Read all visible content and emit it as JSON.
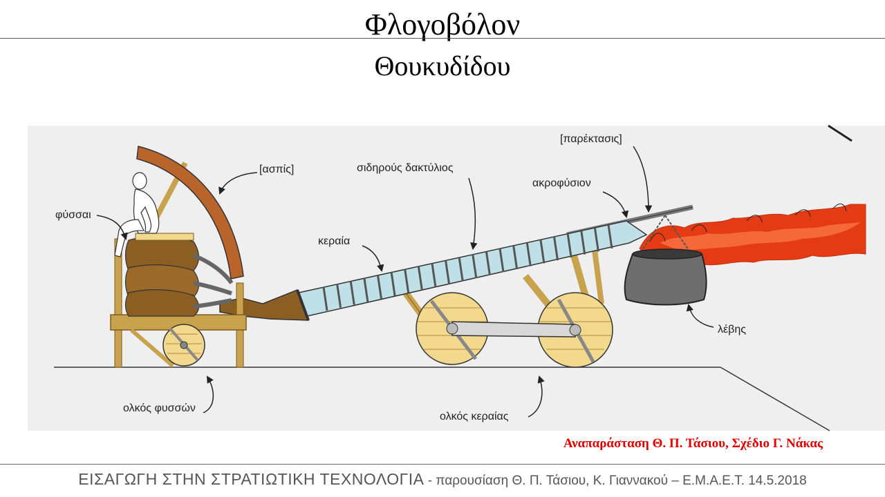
{
  "header": {
    "title_line1": "Φλογοβόλον",
    "title_line2": "Θουκυδίδου"
  },
  "diagram": {
    "labels": {
      "aspis": "[ασπίς]",
      "physsai": "φύσσαι",
      "keraia": "κεραία",
      "sidirous": "σιδηρούς δακτύλιος",
      "akrofysion": "ακροφύσιον",
      "parektasis": "[παρέκτασις]",
      "levis": "λέβης",
      "olkos_fysson": "ολκός φυσσών",
      "olkos_keraias": "ολκός κεραίας"
    },
    "colors": {
      "wood": "#c9a24e",
      "wood_light": "#f2d98e",
      "bellows": "#8b5e24",
      "shield": "#b9642a",
      "pipe": "#bfe0e6",
      "flame": "#e53b14",
      "cauldron": "#6e6e6e"
    }
  },
  "credit": "Αναπαράσταση Θ. Π. Τάσιου, Σχέδιο  Γ. Νάκας",
  "footer": {
    "course": "ΕΙΣΑΓΩΓΗ ΣΤΗΝ ΣΤΡΑΤΙΩΤΙΚΗ  ΤΕΧΝΟΛΟΓΙΑ",
    "presenters": " - παρουσίαση Θ. Π. Τάσιου, Κ. Γιαννακού – Ε.Μ.Α.Ε.Τ. 14.5.2018"
  }
}
